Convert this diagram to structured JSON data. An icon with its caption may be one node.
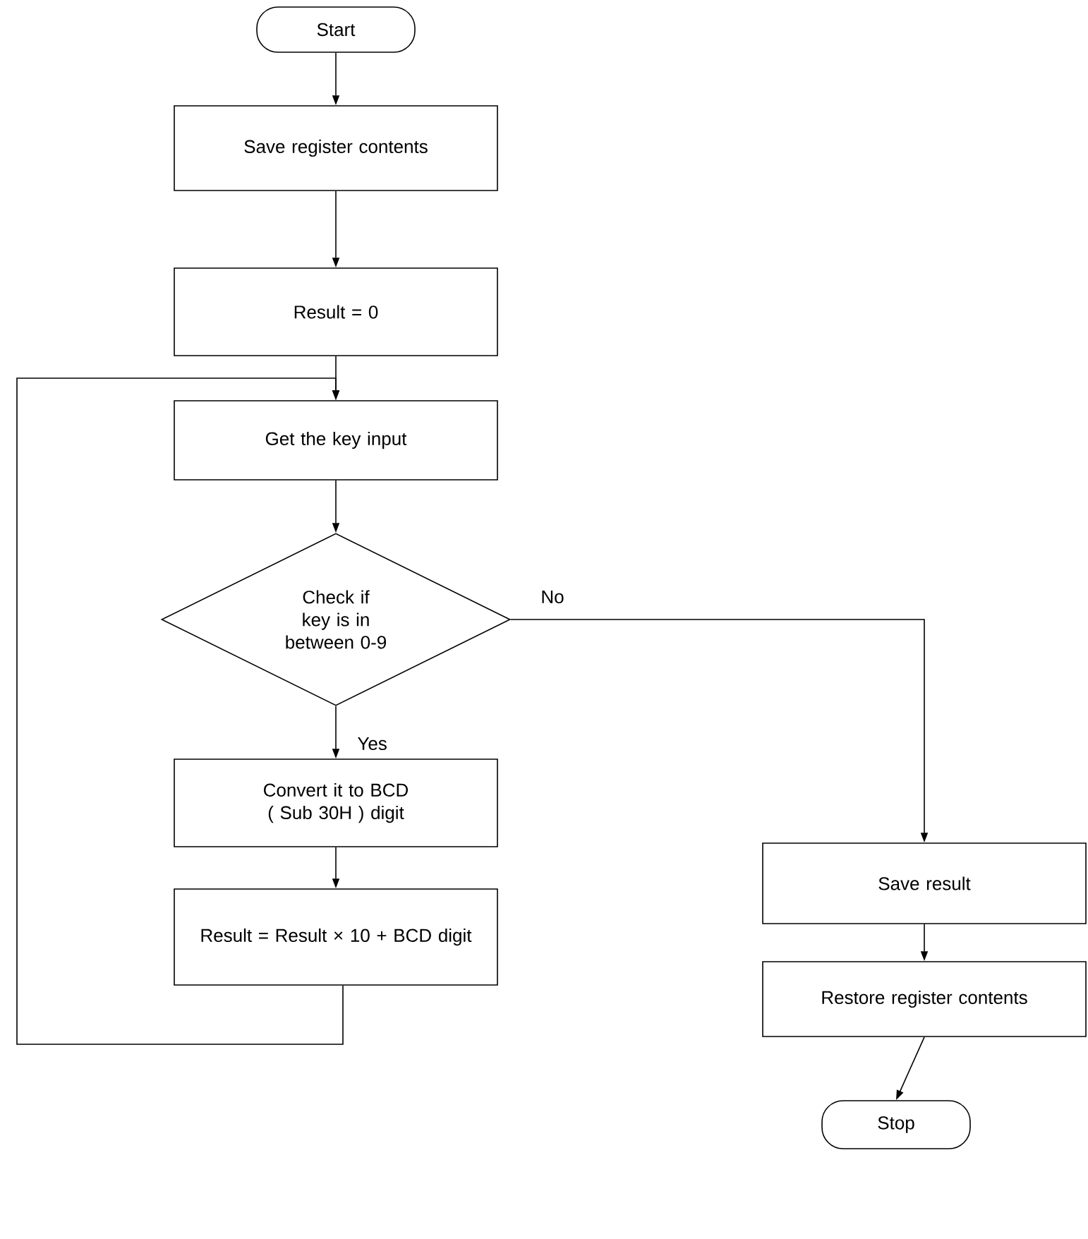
{
  "diagram": {
    "nodes": [
      {
        "text": [
          "Start"
        ]
      },
      {
        "text": [
          "Save register contents"
        ]
      },
      {
        "text": [
          "Result = 0"
        ]
      },
      {
        "text": [
          "Get the key input"
        ]
      },
      {
        "text": [
          "Check if key is in between 0-9"
        ]
      },
      {
        "text": [
          "Convert it to BCD ( Sub 30H ) digit"
        ]
      },
      {
        "text": [
          "Result = Result × 10 + BCD digit"
        ]
      },
      {
        "text": [
          "Save result"
        ]
      },
      {
        "text": [
          "Restore register contents"
        ]
      },
      {
        "text": [
          "Stop"
        ]
      }
    ],
    "edges": [
      {
        "from": 0,
        "to": 1,
        "arrow": "to"
      },
      {
        "from": 1,
        "to": 2,
        "arrow": "to"
      },
      {
        "from": 2,
        "to": 3,
        "arrow": "to"
      },
      {
        "from": 3,
        "to": 4,
        "arrow": "to"
      },
      {
        "from": 4,
        "to": 5,
        "arrow": "to",
        "label": "Yes"
      },
      {
        "from": 5,
        "to": 6,
        "arrow": "to"
      },
      {
        "from": 6,
        "to": 3,
        "arrow": "to"
      },
      {
        "from": 4,
        "to": 7,
        "arrow": "to",
        "label": "No"
      },
      {
        "from": 7,
        "to": 8,
        "arrow": "to"
      },
      {
        "from": 8,
        "to": 9,
        "arrow": "to"
      }
    ]
  }
}
